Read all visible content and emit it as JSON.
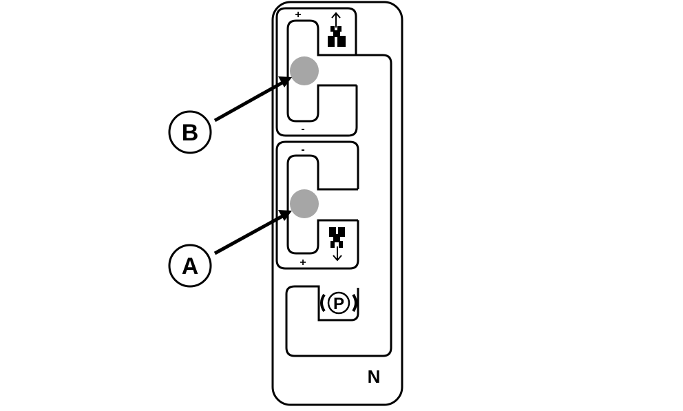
{
  "callouts": {
    "upper": {
      "letter": "B"
    },
    "lower": {
      "letter": "A"
    }
  },
  "gate": {
    "forward_slot": {
      "top_sign": "+",
      "bottom_sign": "-",
      "icon": "tractor-forward-icon"
    },
    "reverse_slot": {
      "top_sign": "-",
      "bottom_sign": "+",
      "icon": "tractor-reverse-icon"
    },
    "park": {
      "letter": "P",
      "icon": "park-brake-icon"
    },
    "neutral_label": "N"
  },
  "colors": {
    "line": "#000000",
    "background": "#ffffff",
    "position_marker": "#a6a6a6"
  }
}
